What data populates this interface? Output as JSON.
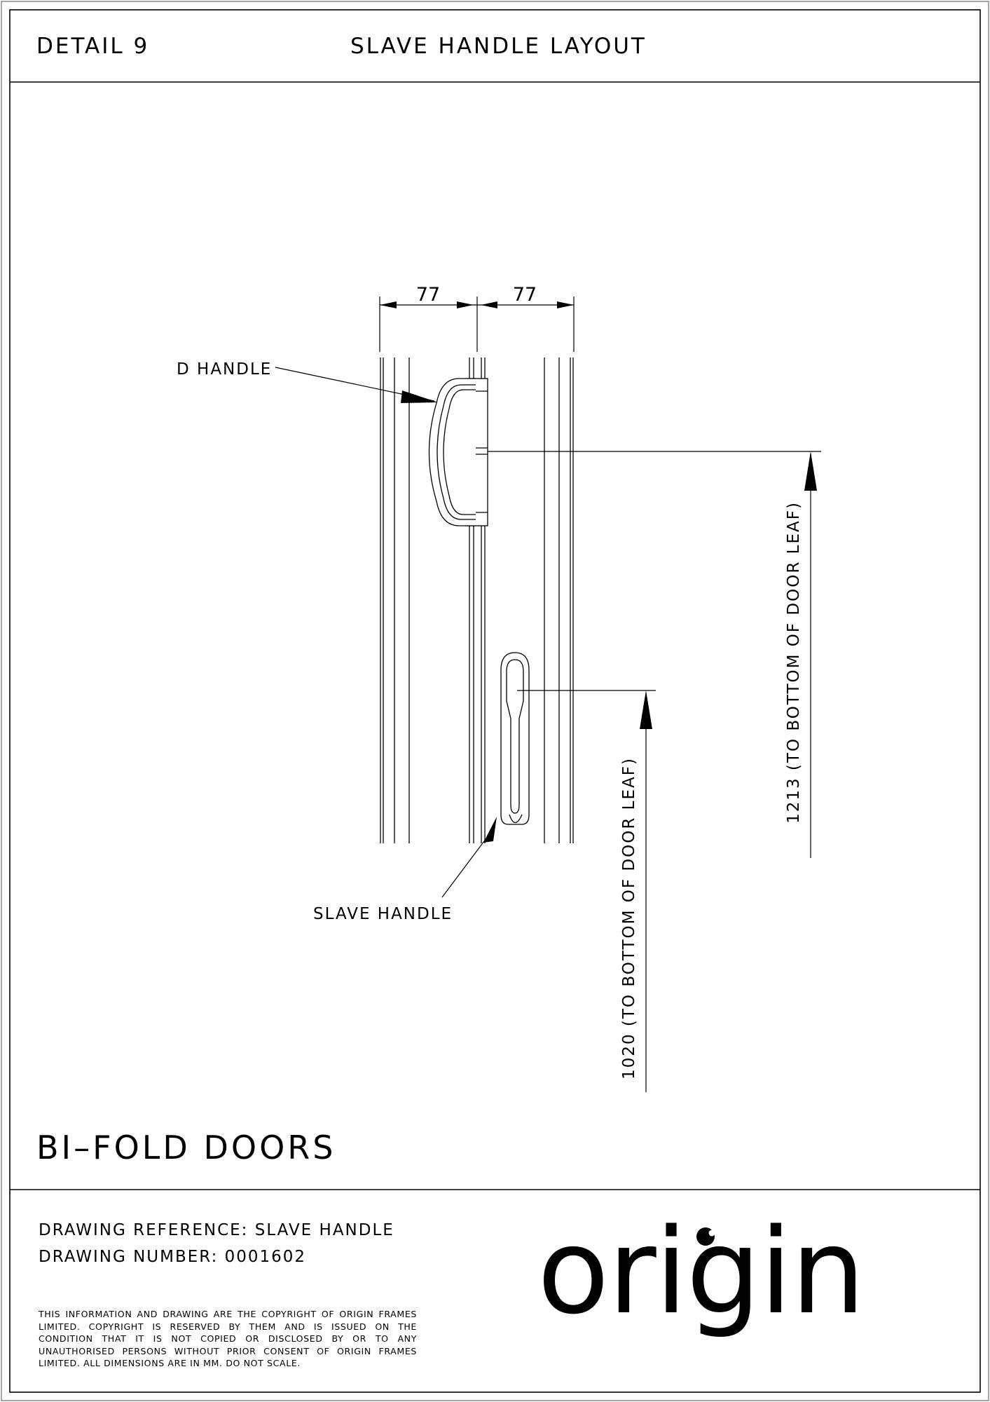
{
  "header": {
    "detail_label": "DETAIL 9",
    "title": "SLAVE HANDLE LAYOUT"
  },
  "drawing": {
    "dimension_left": "77",
    "dimension_right": "77",
    "label_d_handle": "D HANDLE",
    "label_slave_handle": "SLAVE HANDLE",
    "dimension_slave_height": "1020 (TO BOTTOM OF DOOR LEAF)",
    "dimension_d_handle_height": "1213 (TO BOTTOM OF DOOR LEAF)"
  },
  "product": {
    "title": "BI–FOLD DOORS"
  },
  "title_block": {
    "drawing_reference": "DRAWING REFERENCE: SLAVE HANDLE",
    "drawing_number": "DRAWING NUMBER: 0001602",
    "copyright": "THIS INFORMATION AND DRAWING ARE THE COPYRIGHT OF ORIGIN FRAMES LIMITED. COPYRIGHT IS RESERVED BY THEM AND IS ISSUED ON THE CONDITION THAT IT IS NOT COPIED OR DISCLOSED BY OR TO ANY UNAUTHORISED PERSONS WITHOUT PRIOR CONSENT OF ORIGIN FRAMES LIMITED. ALL DIMENSIONS ARE IN MM. DO NOT SCALE.",
    "logo_text": "origin"
  },
  "colors": {
    "line": "#000000",
    "background": "#ffffff"
  }
}
